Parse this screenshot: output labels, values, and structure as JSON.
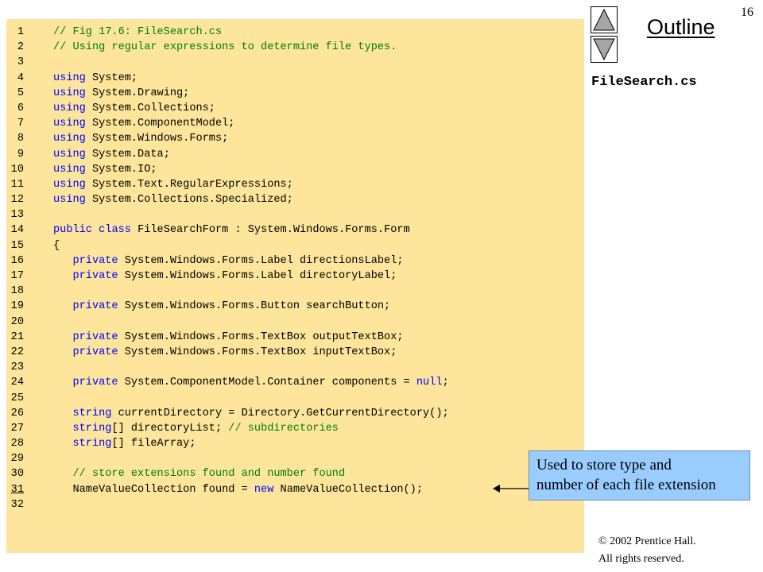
{
  "slide": {
    "page_number": "16",
    "outline_title": "Outline",
    "file_name": "FileSearch.cs",
    "copyright_line1": "© 2002 Prentice Hall.",
    "copyright_line2": "All rights reserved.",
    "callout_line1": "Used to store type and",
    "callout_line2": "number of each file extension",
    "callout_points_to_line": "31",
    "nav_icons": [
      "up-arrow-icon",
      "down-arrow-icon"
    ]
  },
  "colors": {
    "code_background": "#fde59b",
    "keyword": "#0000ff",
    "comment": "#008000",
    "callout_background": "#99ccff"
  },
  "code_lines": [
    {
      "num": "1",
      "tokens": [
        {
          "t": "// Fig 17.6: FileSearch.cs",
          "c": "comment"
        }
      ]
    },
    {
      "num": "2",
      "tokens": [
        {
          "t": "// Using regular expressions to determine file types.",
          "c": "comment"
        }
      ]
    },
    {
      "num": "3",
      "tokens": []
    },
    {
      "num": "4",
      "tokens": [
        {
          "t": "using",
          "c": "keyword"
        },
        {
          "t": " System;",
          "c": "plain"
        }
      ]
    },
    {
      "num": "5",
      "tokens": [
        {
          "t": "using",
          "c": "keyword"
        },
        {
          "t": " System.Drawing;",
          "c": "plain"
        }
      ]
    },
    {
      "num": "6",
      "tokens": [
        {
          "t": "using",
          "c": "keyword"
        },
        {
          "t": " System.Collections;",
          "c": "plain"
        }
      ]
    },
    {
      "num": "7",
      "tokens": [
        {
          "t": "using",
          "c": "keyword"
        },
        {
          "t": " System.ComponentModel;",
          "c": "plain"
        }
      ]
    },
    {
      "num": "8",
      "tokens": [
        {
          "t": "using",
          "c": "keyword"
        },
        {
          "t": " System.Windows.Forms;",
          "c": "plain"
        }
      ]
    },
    {
      "num": "9",
      "tokens": [
        {
          "t": "using",
          "c": "keyword"
        },
        {
          "t": " System.Data;",
          "c": "plain"
        }
      ]
    },
    {
      "num": "10",
      "tokens": [
        {
          "t": "using",
          "c": "keyword"
        },
        {
          "t": " System.IO;",
          "c": "plain"
        }
      ]
    },
    {
      "num": "11",
      "tokens": [
        {
          "t": "using",
          "c": "keyword"
        },
        {
          "t": " System.Text.RegularExpressions;",
          "c": "plain"
        }
      ]
    },
    {
      "num": "12",
      "tokens": [
        {
          "t": "using",
          "c": "keyword"
        },
        {
          "t": " System.Collections.Specialized;",
          "c": "plain"
        }
      ]
    },
    {
      "num": "13",
      "tokens": []
    },
    {
      "num": "14",
      "tokens": [
        {
          "t": "public",
          "c": "keyword"
        },
        {
          "t": " ",
          "c": "plain"
        },
        {
          "t": "class",
          "c": "keyword"
        },
        {
          "t": " FileSearchForm : System.Windows.Forms.Form",
          "c": "plain"
        }
      ]
    },
    {
      "num": "15",
      "tokens": [
        {
          "t": "{",
          "c": "plain"
        }
      ]
    },
    {
      "num": "16",
      "tokens": [
        {
          "t": "   ",
          "c": "plain"
        },
        {
          "t": "private",
          "c": "keyword"
        },
        {
          "t": " System.Windows.Forms.Label directionsLabel;",
          "c": "plain"
        }
      ]
    },
    {
      "num": "17",
      "tokens": [
        {
          "t": "   ",
          "c": "plain"
        },
        {
          "t": "private",
          "c": "keyword"
        },
        {
          "t": " System.Windows.Forms.Label directoryLabel;",
          "c": "plain"
        }
      ]
    },
    {
      "num": "18",
      "tokens": []
    },
    {
      "num": "19",
      "tokens": [
        {
          "t": "   ",
          "c": "plain"
        },
        {
          "t": "private",
          "c": "keyword"
        },
        {
          "t": " System.Windows.Forms.Button searchButton;",
          "c": "plain"
        }
      ]
    },
    {
      "num": "20",
      "tokens": []
    },
    {
      "num": "21",
      "tokens": [
        {
          "t": "   ",
          "c": "plain"
        },
        {
          "t": "private",
          "c": "keyword"
        },
        {
          "t": " System.Windows.Forms.TextBox outputTextBox;",
          "c": "plain"
        }
      ]
    },
    {
      "num": "22",
      "tokens": [
        {
          "t": "   ",
          "c": "plain"
        },
        {
          "t": "private",
          "c": "keyword"
        },
        {
          "t": " System.Windows.Forms.TextBox inputTextBox;",
          "c": "plain"
        }
      ]
    },
    {
      "num": "23",
      "tokens": []
    },
    {
      "num": "24",
      "tokens": [
        {
          "t": "   ",
          "c": "plain"
        },
        {
          "t": "private",
          "c": "keyword"
        },
        {
          "t": " System.ComponentModel.Container components = ",
          "c": "plain"
        },
        {
          "t": "null",
          "c": "keyword"
        },
        {
          "t": ";",
          "c": "plain"
        }
      ]
    },
    {
      "num": "25",
      "tokens": []
    },
    {
      "num": "26",
      "tokens": [
        {
          "t": "   ",
          "c": "plain"
        },
        {
          "t": "string",
          "c": "keyword"
        },
        {
          "t": " currentDirectory = Directory.GetCurrentDirectory();",
          "c": "plain"
        }
      ]
    },
    {
      "num": "27",
      "tokens": [
        {
          "t": "   ",
          "c": "plain"
        },
        {
          "t": "string",
          "c": "keyword"
        },
        {
          "t": "[] directoryList; ",
          "c": "plain"
        },
        {
          "t": "// subdirectories",
          "c": "comment"
        }
      ]
    },
    {
      "num": "28",
      "tokens": [
        {
          "t": "   ",
          "c": "plain"
        },
        {
          "t": "string",
          "c": "keyword"
        },
        {
          "t": "[] fileArray;",
          "c": "plain"
        }
      ]
    },
    {
      "num": "29",
      "tokens": []
    },
    {
      "num": "30",
      "tokens": [
        {
          "t": "   ",
          "c": "plain"
        },
        {
          "t": "// store extensions found and number found",
          "c": "comment"
        }
      ]
    },
    {
      "num": "31",
      "tokens": [
        {
          "t": "   NameValueCollection found = ",
          "c": "plain"
        },
        {
          "t": "new",
          "c": "keyword"
        },
        {
          "t": " NameValueCollection();",
          "c": "plain"
        }
      ]
    },
    {
      "num": "32",
      "tokens": []
    }
  ]
}
